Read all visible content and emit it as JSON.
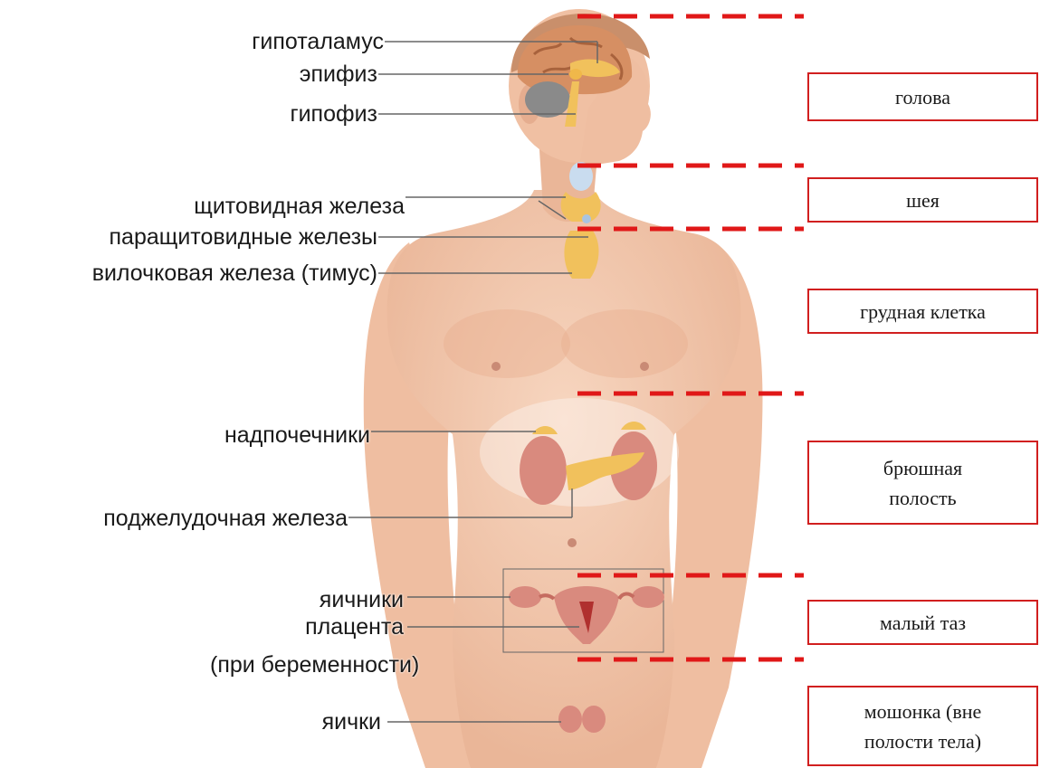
{
  "labels": {
    "hypothalamus": "гипоталамус",
    "pineal": "эпифиз",
    "pituitary": "гипофиз",
    "thyroid": "щитовидная железа",
    "parathyroid": "паращитовидные железы",
    "thymus": "вилочковая железа (тимус)",
    "adrenal": "надпочечники",
    "pancreas": "поджелудочная железа",
    "ovaries": "яичники",
    "placenta": "плацента",
    "pregnancy_note": "(при беременности)",
    "testes": "яички"
  },
  "regions": {
    "head": "голова",
    "neck": "шея",
    "chest": "грудная клетка",
    "abdomen": "брюшная\nполость",
    "pelvis": "малый таз",
    "scrotum": "мошонка (вне\nполости тела)"
  },
  "colors": {
    "skin": "#f2c7ab",
    "skin_shade": "#e5ad8f",
    "gland": "#f1c15c",
    "kidney": "#d98a7e",
    "brain": "#d68f63",
    "divider": "#e01818",
    "leader": "#666666"
  }
}
